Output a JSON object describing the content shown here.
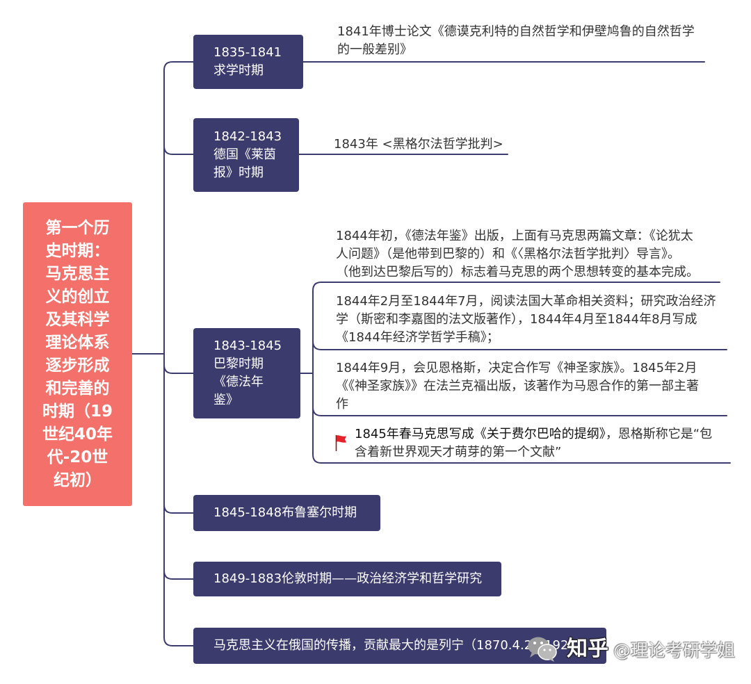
{
  "colors": {
    "root_fill": "#f3716a",
    "node_fill": "#3c3b6e",
    "connector": "#3c3b6e",
    "note_text": "#333333",
    "note_text_strong": "#111111",
    "flag": "#e3242b",
    "background": "#ffffff"
  },
  "central_topic": {
    "lines": [
      "第一个历",
      "史时期：",
      "马克思主",
      "义的创立",
      "及其科学",
      "理论体系",
      "逐步形成",
      "和完善的",
      "时期（19",
      "世纪40年",
      "代-20世",
      "纪初）"
    ]
  },
  "periods": [
    {
      "lines": [
        "1835-1841",
        "求学时期"
      ],
      "notes": [
        {
          "lines": [
            "1841年博士论文《德谟克利特的自然哲学和伊壁鸠鲁的自然哲学",
            "的一般差别》"
          ]
        }
      ]
    },
    {
      "lines": [
        "1842-1843",
        "德国《莱茵",
        "报》时期"
      ],
      "notes": [
        {
          "lines": [
            "1843年 <黑格尔法哲学批判>"
          ]
        }
      ]
    },
    {
      "lines": [
        "1843-1845",
        "巴黎时期",
        "《德法年",
        "鉴》"
      ],
      "notes": [
        {
          "lines": [
            "1844年初，《德法年鉴》出版，上面有马克思两篇文章：《论犹太",
            "人问题》（是他带到巴黎的）和《〈黑格尔法哲学批判〉导言》。",
            "（他到达巴黎后写的）标志着马克思的两个思想转变的基本完成。"
          ]
        },
        {
          "lines": [
            "1844年2月至1844年7月，阅读法国大革命相关资料；研究政治经济",
            "学（斯密和李嘉图的法文版著作），1844年4月至1844年8月写成",
            "《1844年经济学哲学手稿》；"
          ]
        },
        {
          "lines": [
            "1844年9月，会见恩格斯，决定合作写《神圣家族》。1845年2月",
            "《《神圣家族》》在法兰克福出版，该著作为马恩合作的第一部主著",
            "作"
          ]
        },
        {
          "icon": "red-flag-icon",
          "lead": "1845年春马克思写成《关于费尔巴哈的提纲》",
          "lines": [
            "，恩格斯称它是“包",
            "含着新世界观天才萌芽的第一个文献”"
          ]
        }
      ]
    },
    {
      "lines": [
        "1845-1848布鲁塞尔时期"
      ]
    },
    {
      "lines": [
        "1849-1883伦敦时期——政治经济学和哲学研究"
      ]
    },
    {
      "lines": [
        "马克思主义在俄国的传播，贡献最大的是列宁（1870.4.22-1924）"
      ]
    }
  ],
  "watermark": {
    "icon": "wechat-icon",
    "site": "知乎",
    "account": "@理论考研学姐"
  }
}
